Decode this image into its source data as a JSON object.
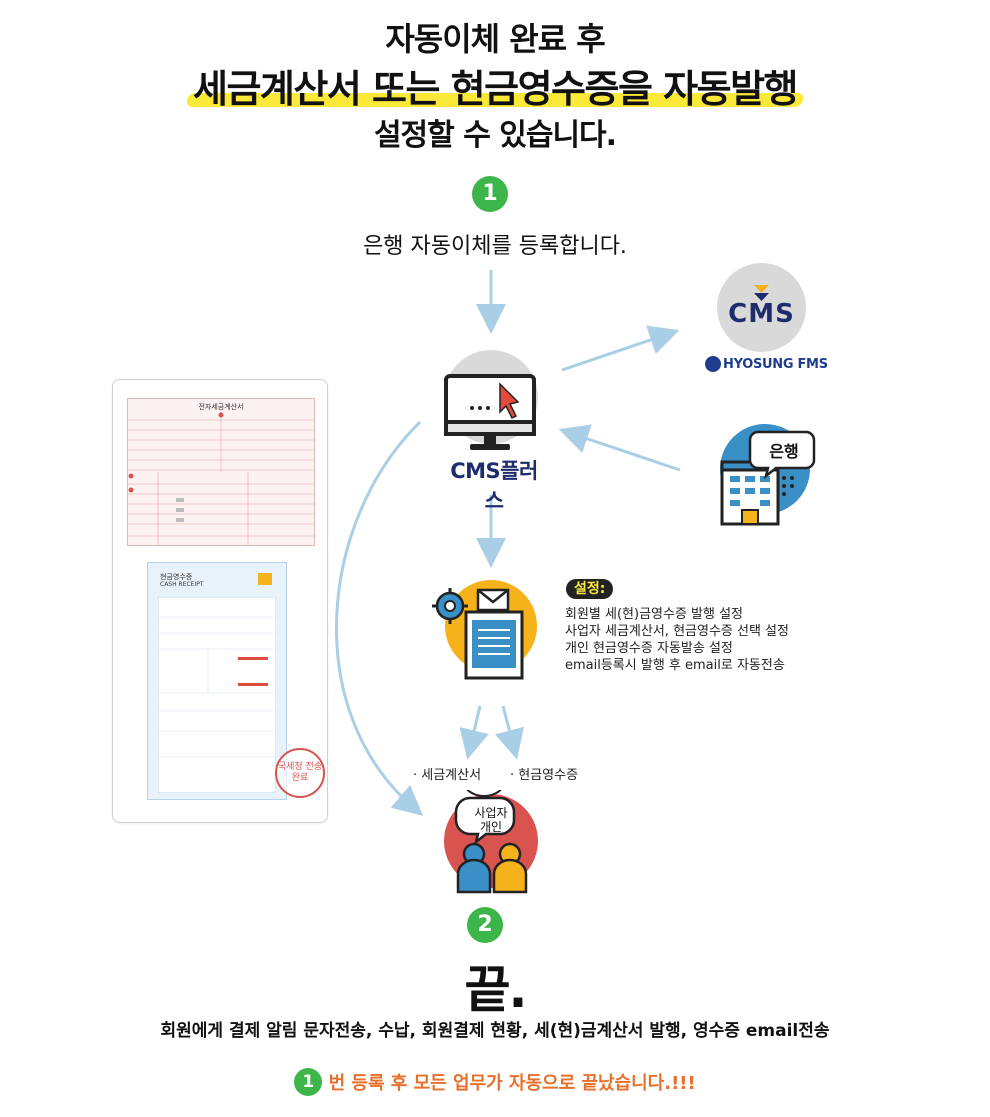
{
  "header": {
    "line1": "자동이체 완료 후",
    "line2_a": "세금계산서 또는 ",
    "line2_b": "현금영수증을 자동발행",
    "line3": "설정할 수 있습니다."
  },
  "step1": {
    "number": "1",
    "text": "은행 자동이체를 등록합니다."
  },
  "cms_plus": {
    "label": "CMS플러스"
  },
  "cms_logo": {
    "text": "CMS",
    "company": "HYOSUNG FMS"
  },
  "bank": {
    "bubble": "은행"
  },
  "settings": {
    "badge": "설정:",
    "lines": [
      "회원별 세(현)금영수증 발행 설정",
      "사업자 세금계산서, 현금영수증 선택 설정",
      "개인 현금영수증 자동발송 설정",
      "email등록시 발행 후 email로 자동전송"
    ]
  },
  "outputs": {
    "tax_invoice": "· 세금계산서",
    "cash_receipt": "· 현금영수증"
  },
  "recipients": {
    "bubble_line1": "사업자",
    "bubble_line2": "개인"
  },
  "documents": {
    "tax_invoice_title": "전자세금계산서",
    "receipt_title": "현금영수증",
    "receipt_subtitle": "CASH RECEIPT",
    "stamp_text": "국세청 전송완료"
  },
  "step2": {
    "number": "2",
    "big": "끝.",
    "summary": "회원에게 결제 알림 문자전송, 수납, 회원결제 현황, 세(현)금계산서 발행, 영수증 email전송"
  },
  "final": {
    "number": "1",
    "text": "번 등록 후 모든 업무가 자동으로 끝났습니다.!!!"
  },
  "colors": {
    "green": "#3cb54a",
    "yellow": "#fbe93a",
    "orange": "#e8702a",
    "navy": "#1f2c6b",
    "red": "#d9534f",
    "blue": "#3a8fc7"
  }
}
